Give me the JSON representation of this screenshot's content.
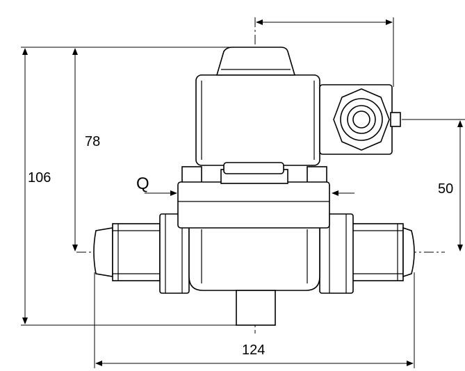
{
  "dimensions": {
    "d_106": "106",
    "d_78": "78",
    "d_50": "50",
    "d_124": "124",
    "flow_label": "Q"
  }
}
